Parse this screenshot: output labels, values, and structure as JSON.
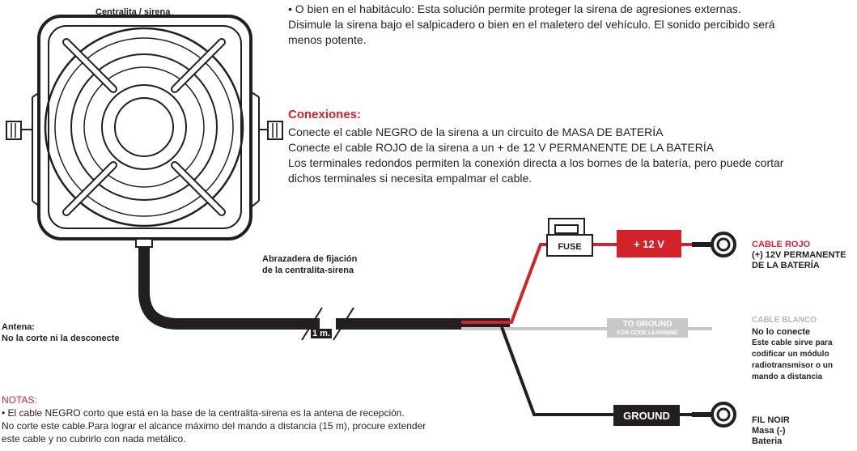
{
  "siren_title": "Centralita / sirena",
  "intro": {
    "line1": "• O bien en el habitáculo: Esta solución permite proteger la sirena de agresiones externas.",
    "line2": "Disimule la sirena bajo el salpicadero o bien en el maletero del vehículo. El sonido percibido será",
    "line3": "menos potente."
  },
  "connections": {
    "heading": "Conexiones:",
    "line1": "Conecte el cable NEGRO de la sirena a un circuito de MASA DE BATERÍA",
    "line2": "Conecte el cable ROJO de la sirena a un + de 12 V PERMANENTE DE LA BATERÍA",
    "line3": "Los terminales redondos permiten la conexión directa a los bornes de la batería, pero puede cortar",
    "line4": "dichos terminales si necesita empalmar el cable."
  },
  "clamp_label": {
    "line1": "Abrazadera de fijación",
    "line2": "de la centralita-sirena"
  },
  "antenna_label": {
    "line1": "Antena:",
    "line2": "No la corte ni la desconecte"
  },
  "length_label": "1 m.",
  "fuse_label": "FUSE",
  "plus12_label": "+ 12 V",
  "to_ground": {
    "line1": "TO GROUND",
    "line2": "FOR CODE LEARNING"
  },
  "ground_label": "GROUND",
  "red_cable": {
    "title": "CABLE ROJO",
    "line1": "(+) 12V PERMANENTE",
    "line2": "DE LA BATERÍA"
  },
  "white_cable": {
    "title": "CABLE BLANCO",
    "line1": "No lo conecte",
    "line2": "Este cable sirve para",
    "line3": "codificar un módulo",
    "line4": "radiotransmisor o un",
    "line5": "mando a distancia"
  },
  "black_cable": {
    "title": "FIL NOIR",
    "line1": "Masa (-)",
    "line2": "Bateria"
  },
  "notes": {
    "heading": "NOTAS:",
    "line1": "• El cable NEGRO corto que está en la base de la centralita-sirena es la antena de recepción.",
    "line2": "No corte este cable.Para lograr el alcance máximo del mando a distancia (15 m), procure extender",
    "line3": "este cable y no cubrirlo con nada metálico."
  },
  "colors": {
    "red": "#d2232a",
    "black": "#231f20",
    "grey_cable": "#c8c8c8"
  }
}
